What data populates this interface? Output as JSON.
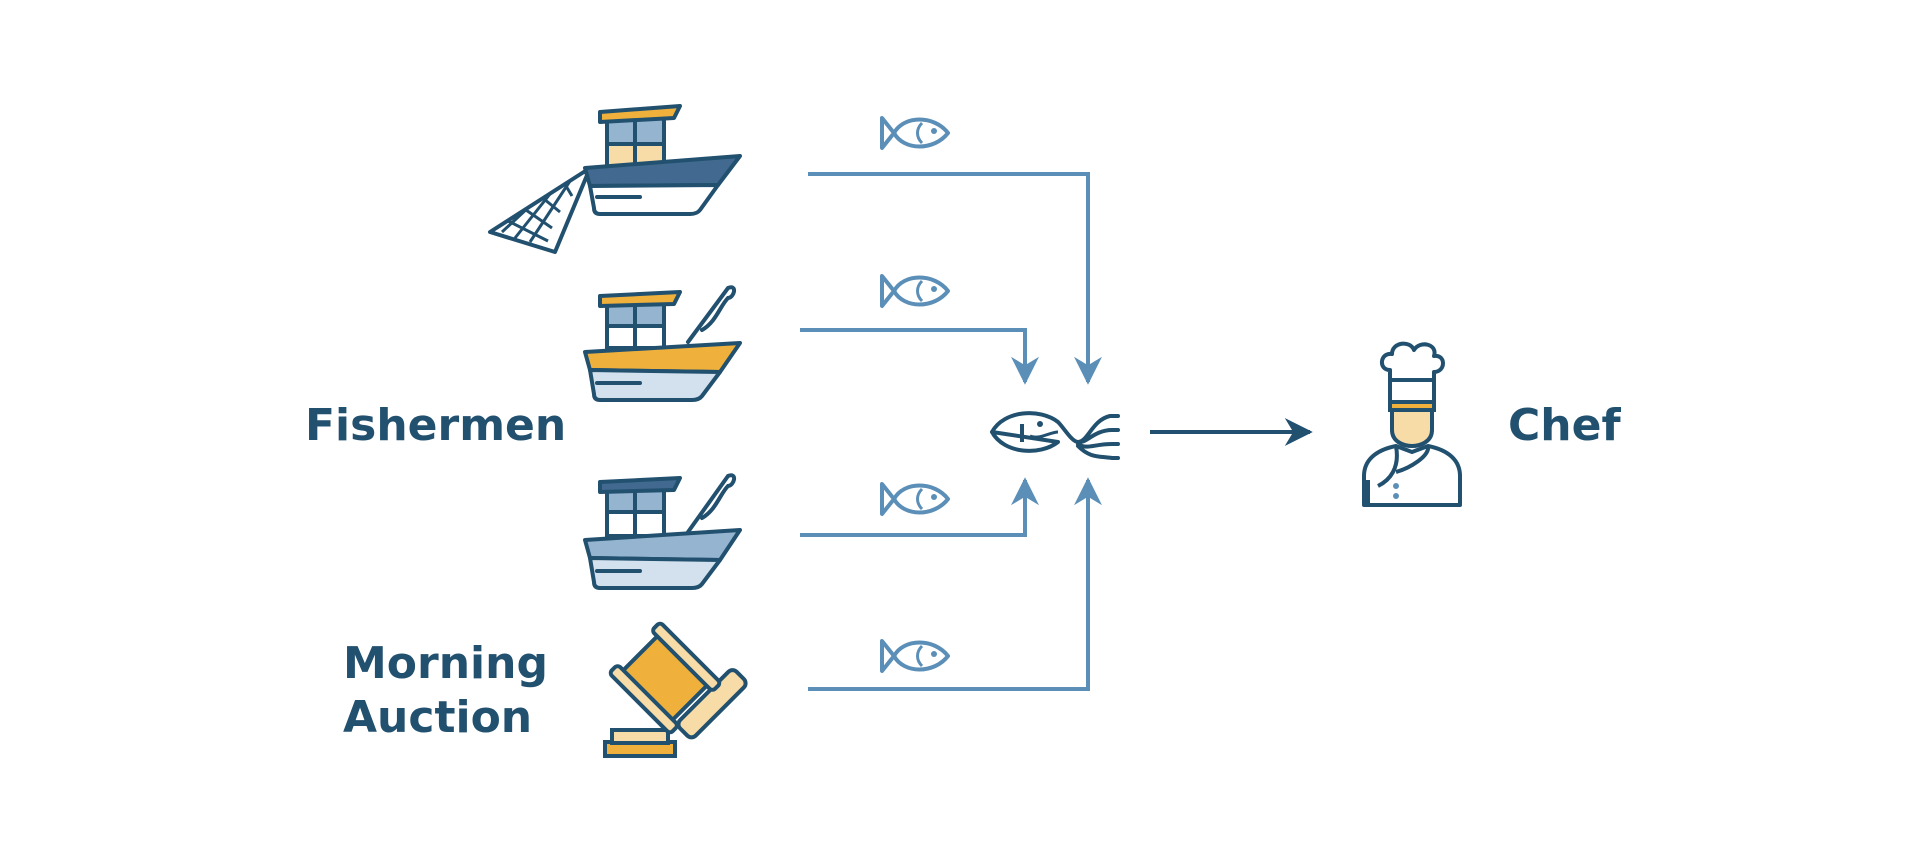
{
  "labels": {
    "fishermen": "Fishermen",
    "auction_line1": "Morning",
    "auction_line2": "Auction",
    "chef": "Chef"
  },
  "colors": {
    "navy": "#22506f",
    "flow_blue": "#5b8fb8",
    "yellow": "#efb13c",
    "light_blue": "#94b4d0",
    "pale_blue": "#d3e1ee",
    "cream": "#f7dca8",
    "dark_hull": "#42698f"
  },
  "icons": {
    "boat1": "fishing-boat-with-net-icon",
    "boat2": "fishing-boat-with-rod-icon",
    "boat3": "fishing-boat-with-rod-icon",
    "auction": "auction-gavel-icon",
    "hub": "fish-and-fork-icon",
    "chef": "chef-icon",
    "flow_marker": "fish-icon"
  }
}
